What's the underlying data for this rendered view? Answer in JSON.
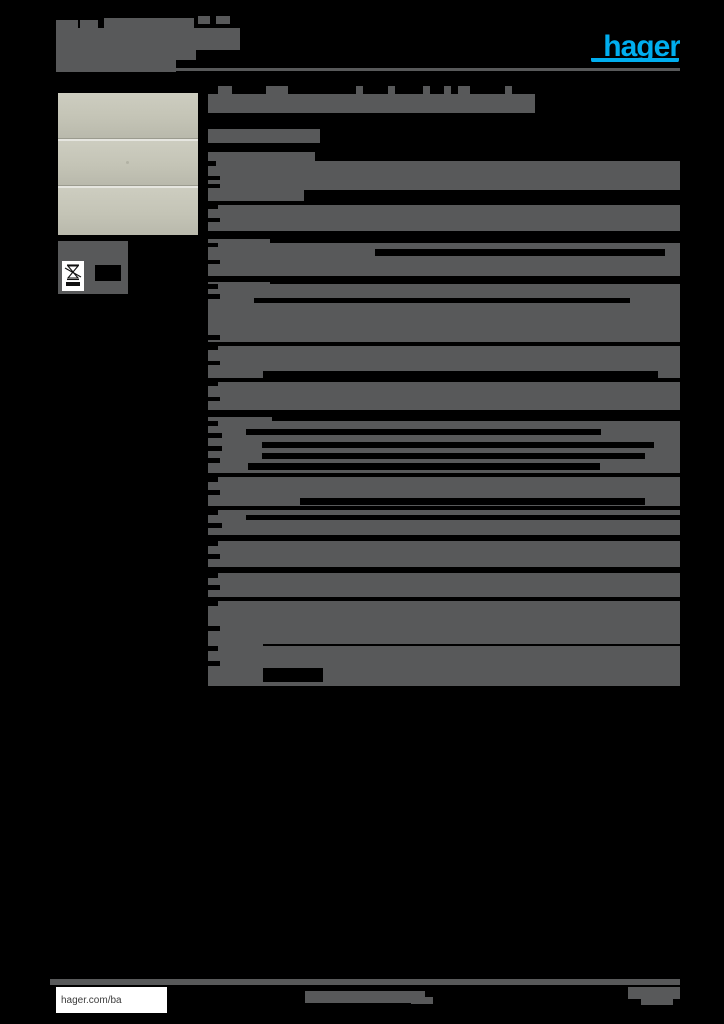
{
  "document": {
    "kind": "product-datasheet",
    "brand_logo_text": "hager",
    "brand_color": "#00aeef",
    "redaction_color": "#58595a",
    "page_background": "#000000"
  },
  "header": {
    "product_code_redacted": "[redacted]",
    "product_title_redacted": "[redacted]",
    "rule_visible": true
  },
  "product_image": {
    "alt": "three-rocker wall switch, light beige",
    "body_color": "#c8c8bb",
    "rocker_count": 3
  },
  "icons": {
    "weee_icon": "crossed-out-wheelie-bin",
    "weee_label_redacted": "[redacted]",
    "secondary_icon_redacted": "[redacted]"
  },
  "spec_table": {
    "title_redacted": "[redacted]",
    "subtitle_redacted": "[redacted]",
    "sections": [
      {
        "label_redacted": "[redacted]",
        "rows": [
          {
            "key_redacted": "[redacted]",
            "value_redacted": "[redacted]"
          },
          {
            "key_redacted": "[redacted]",
            "value_redacted": "[redacted]"
          },
          {
            "key_redacted": "[redacted]",
            "value_redacted": "[redacted]"
          }
        ]
      },
      {
        "label_redacted": "[redacted]",
        "rows": [
          {
            "key_redacted": "[redacted]",
            "value_redacted": "[redacted]"
          },
          {
            "key_redacted": "[redacted]",
            "value_redacted": "[redacted]"
          }
        ]
      },
      {
        "label_redacted": "[redacted]",
        "rows": [
          {
            "key_redacted": "[redacted]",
            "value_redacted": "[redacted]"
          },
          {
            "key_redacted": "[redacted]",
            "value_redacted": "[redacted]"
          },
          {
            "key_redacted": "[redacted]",
            "value_redacted": "[redacted]"
          },
          {
            "key_redacted": "[redacted]",
            "value_redacted": "[redacted]"
          },
          {
            "key_redacted": "[redacted]",
            "value_redacted": "[redacted]"
          }
        ]
      },
      {
        "label_redacted": "[redacted]",
        "rows": [
          {
            "key_redacted": "[redacted]",
            "value_redacted": "[redacted]"
          },
          {
            "key_redacted": "[redacted]",
            "value_redacted": "[redacted]"
          },
          {
            "key_redacted": "[redacted]",
            "value_redacted": "[redacted]"
          },
          {
            "key_redacted": "[redacted]",
            "value_redacted": "[redacted]"
          },
          {
            "key_redacted": "[redacted]",
            "value_redacted": "[redacted]"
          },
          {
            "key_redacted": "[redacted]",
            "value_redacted": "[redacted]"
          },
          {
            "key_redacted": "[redacted]",
            "value_redacted": "[redacted]"
          }
        ]
      },
      {
        "label_redacted": "[redacted]",
        "rows": [
          {
            "key_redacted": "[redacted]",
            "value_redacted": "[redacted]"
          }
        ]
      }
    ]
  },
  "footer": {
    "url": "hager.com/ba",
    "center_note_redacted": "[redacted]",
    "page_number_redacted": "[redacted]"
  }
}
